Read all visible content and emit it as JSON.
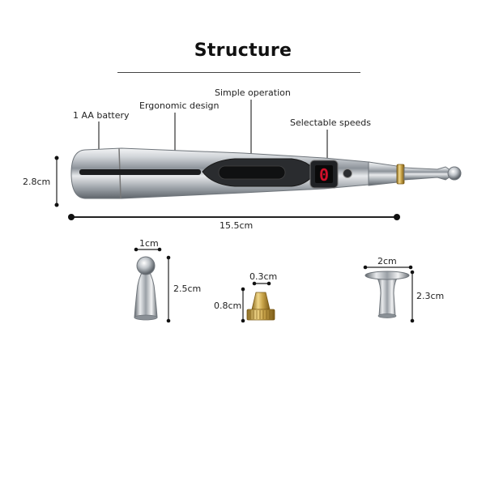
{
  "title": "Structure",
  "callouts": {
    "battery": "1 AA battery",
    "ergonomic": "Ergonomic design",
    "simple": "Simple operation",
    "speeds": "Selectable speeds"
  },
  "display_digit": "0",
  "dimensions": {
    "pen_height": "2.8cm",
    "pen_length": "15.5cm",
    "tip1_width": "1cm",
    "tip1_height": "2.5cm",
    "tip2_width": "0.3cm",
    "tip2_height": "0.8cm",
    "tip3_width": "2cm",
    "tip3_height": "2.3cm"
  },
  "colors": {
    "display": "#d0102a",
    "brass": "#c9a44a",
    "chrome": "#b9bec4"
  }
}
